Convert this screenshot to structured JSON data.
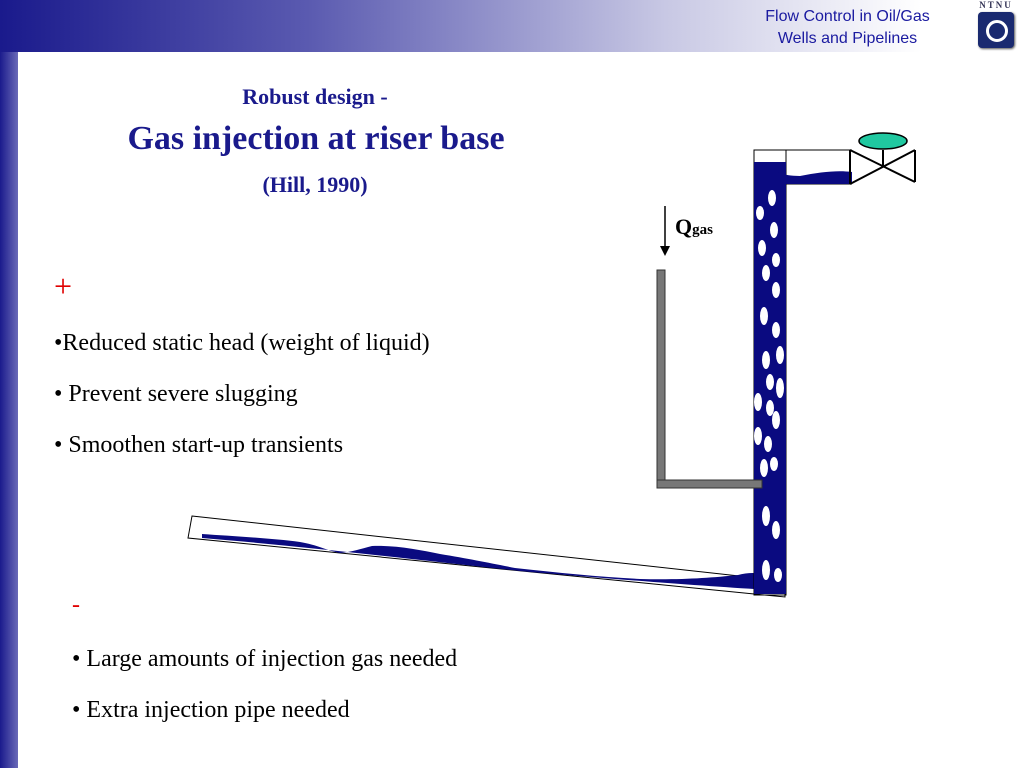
{
  "header": {
    "title": "Flow Control in Oil/Gas\nWells and Pipelines",
    "logo_text": "NTNU"
  },
  "slide": {
    "subtitle": "Robust design -",
    "title": "Gas injection at riser base",
    "citation": "(Hill, 1990)",
    "pros": {
      "marker": "+",
      "items": [
        "•Reduced static head (weight of liquid)",
        "• Prevent severe slugging",
        "• Smoothen start-up transients"
      ]
    },
    "cons": {
      "marker": "-",
      "items": [
        "• Large amounts of injection gas needed",
        "• Extra injection pipe needed"
      ]
    }
  },
  "diagram": {
    "gas_label": "Q",
    "gas_label_sub": "gas",
    "colors": {
      "liquid": "#0a0a80",
      "valve": "#20c8a0",
      "injection_pipe": "#777777"
    }
  }
}
